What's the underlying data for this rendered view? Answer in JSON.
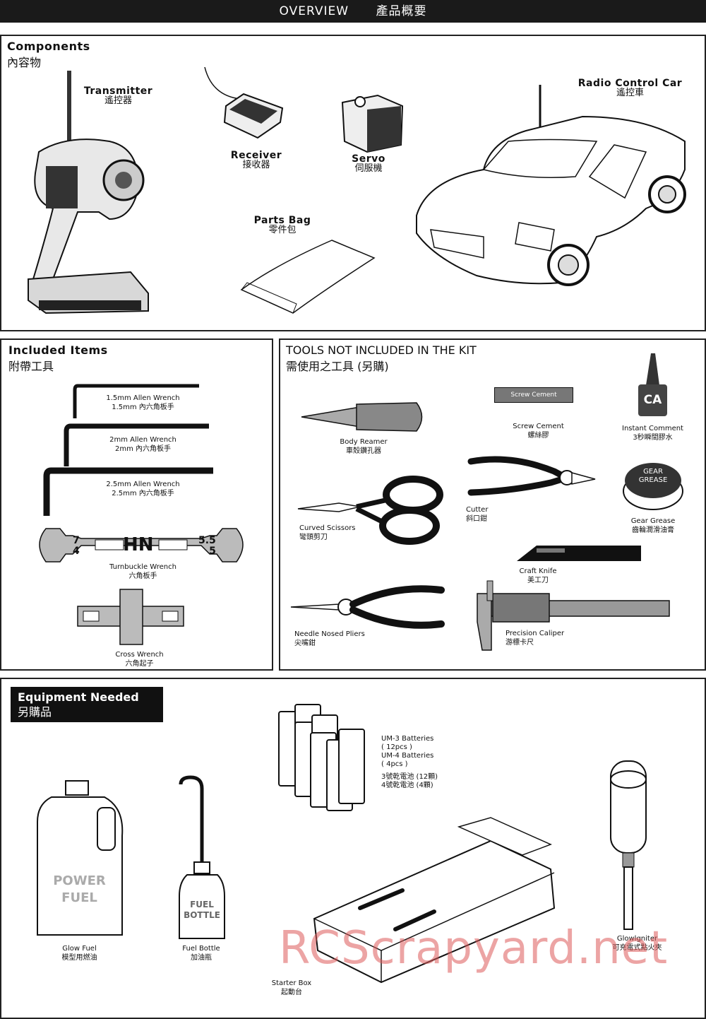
{
  "header": {
    "title": "OVERVIEW",
    "title_cn": "產品概要"
  },
  "components": {
    "title": "Components",
    "title_cn": "內容物",
    "transmitter": {
      "en": "Transmitter",
      "cn": "遙控器"
    },
    "receiver": {
      "en": "Receiver",
      "cn": "接收器"
    },
    "servo": {
      "en": "Servo",
      "cn": "伺服機"
    },
    "parts_bag": {
      "en": "Parts Bag",
      "cn": "零件包"
    },
    "car": {
      "en": "Radio Control Car",
      "cn": "遙控車"
    }
  },
  "included": {
    "title": "Included Items",
    "title_cn": "附帶工具",
    "wrench15": {
      "en": "1.5mm Allen Wrench",
      "cn": "1.5mm 內六角板手"
    },
    "wrench2": {
      "en": "2mm Allen Wrench",
      "cn": "2mm 內六角板手"
    },
    "wrench25": {
      "en": "2.5mm Allen Wrench",
      "cn": "2.5mm 內六角板手"
    },
    "turnbuckle": {
      "en": "Turnbuckle Wrench",
      "cn": "六角板手",
      "logo": "HN",
      "left1": "7",
      "left2": "4",
      "right1": "5.5",
      "right2": "5"
    },
    "cross": {
      "en": "Cross Wrench",
      "cn": "六角起子"
    }
  },
  "tools": {
    "title": "TOOLS NOT INCLUDED IN THE KIT",
    "title_cn": "需使用之工具 (另購)",
    "reamer": {
      "en": "Body Reamer",
      "cn": "車殼鑽孔器"
    },
    "screw_cement": {
      "en": "Screw Cement",
      "cn": "螺絲膠",
      "tube": "Screw Cement"
    },
    "instant": {
      "en": "Instant Comment",
      "cn": "3秒瞬間膠水",
      "bottle": "CA"
    },
    "scissors": {
      "en": "Curved Scissors",
      "cn": "彎頭剪刀"
    },
    "cutter": {
      "en": "Cutter",
      "cn": "斜口鉗"
    },
    "grease": {
      "en": "Gear Grease",
      "cn": "齒輪潤滑油膏",
      "lid1": "GEAR",
      "lid2": "GREASE"
    },
    "knife": {
      "en": "Craft Knife",
      "cn": "美工刀"
    },
    "pliers": {
      "en": "Needle Nosed Pliers",
      "cn": "尖嘴鉗"
    },
    "caliper": {
      "en": "Precision Caliper",
      "cn": "游標卡尺"
    }
  },
  "equipment": {
    "title": "Equipment Needed",
    "title_cn": "另購品",
    "batteries": {
      "l1": "UM-3 Batteries",
      "l2": "( 12pcs )",
      "l3": "UM-4 Batteries",
      "l4": "( 4pcs )",
      "cn1": "3號乾電池 (12顆)",
      "cn2": "4號乾電池 (4顆)"
    },
    "glow_fuel": {
      "en": "Glow Fuel",
      "cn": "模型用燃油",
      "label1": "POWER",
      "label2": "FUEL"
    },
    "fuel_bottle": {
      "en": "Fuel Bottle",
      "cn": "加油瓶",
      "label1": "FUEL",
      "label2": "BOTTLE"
    },
    "starter_box": {
      "en": "Starter Box",
      "cn": "起動台"
    },
    "glow_igniter": {
      "en": "Glowlgniter",
      "cn": "可充電式點火夾"
    }
  },
  "watermark": "RCScrapyard.net"
}
